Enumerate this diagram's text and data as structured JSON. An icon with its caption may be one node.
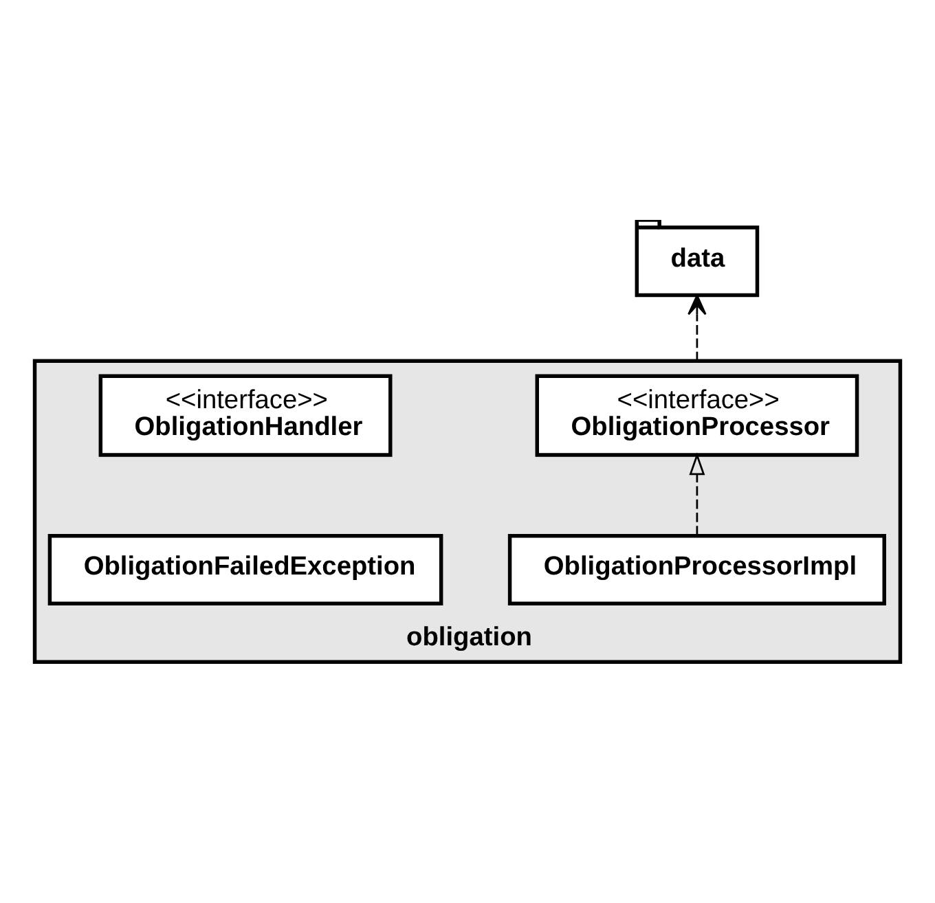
{
  "diagram": {
    "nodes": [
      {
        "text": [
          "data"
        ]
      },
      {
        "text": [
          "obligation"
        ]
      },
      {
        "text": [
          "<<interface>>",
          "ObligationHandler"
        ],
        "in": 1
      },
      {
        "text": [
          "<<interface>>",
          "ObligationProcessor"
        ],
        "in": 1
      },
      {
        "text": [
          "ObligationProcessorImpl"
        ],
        "in": 1
      },
      {
        "text": [
          "ObligationFailedException"
        ],
        "in": 1
      }
    ],
    "edges": [
      {
        "from": 1,
        "to": 0,
        "arrow": "to",
        "style": "dashed"
      },
      {
        "from": 4,
        "to": 3,
        "arrow": "to",
        "style": "dashed"
      }
    ]
  }
}
